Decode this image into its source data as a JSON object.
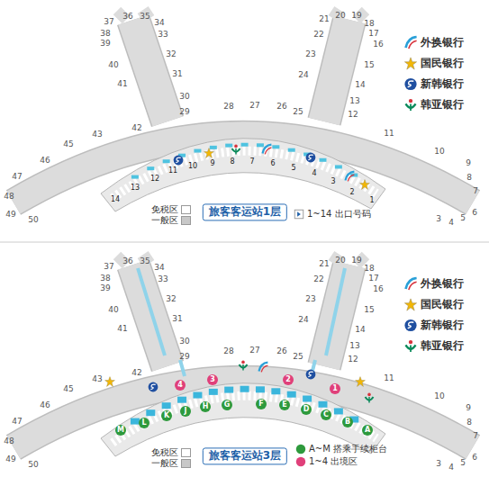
{
  "diagram": {
    "nodes": [
      {
        "text": [
          "旅客客运站1层"
        ]
      },
      {
        "text": [
          "A"
        ]
      },
      {
        "text": [
          "B"
        ]
      },
      {
        "text": [
          "C"
        ]
      },
      {
        "text": [
          "D"
        ]
      },
      {
        "text": [
          "E"
        ]
      },
      {
        "text": [
          "F"
        ]
      },
      {
        "text": [
          "G"
        ]
      },
      {
        "text": [
          "H"
        ]
      },
      {
        "text": [
          "J"
        ]
      },
      {
        "text": [
          "K"
        ]
      },
      {
        "text": [
          "L"
        ]
      },
      {
        "text": [
          "M"
        ]
      },
      {
        "text": [
          "1"
        ]
      },
      {
        "text": [
          "2"
        ]
      },
      {
        "text": [
          "3"
        ]
      },
      {
        "text": [
          "4"
        ]
      },
      {
        "text": [
          "旅客客运站3层"
        ]
      }
    ],
    "labels": [
      "37",
      "36",
      "35",
      "34",
      "38",
      "33",
      "39",
      "40",
      "32",
      "41",
      "31",
      "30",
      "29",
      "28",
      "27",
      "26",
      "25",
      "21",
      "20",
      "19",
      "22",
      "18",
      "23",
      "17",
      "16",
      "24",
      "15",
      "14",
      "13",
      "12",
      "11",
      "10",
      "9",
      "8",
      "7",
      "6",
      "5",
      "4",
      "3",
      "42",
      "43",
      "45",
      "46",
      "47",
      "48",
      "49",
      "50",
      "1",
      "2",
      "3",
      "4",
      "5",
      "6",
      "7",
      "8",
      "9",
      "10",
      "11",
      "12",
      "13",
      "14",
      "37",
      "36",
      "35",
      "34",
      "38",
      "33",
      "39",
      "40",
      "32",
      "41",
      "31",
      "30",
      "29",
      "28",
      "27",
      "26",
      "25",
      "21",
      "20",
      "19",
      "22",
      "18",
      "23",
      "17",
      "16",
      "24",
      "15",
      "14",
      "13",
      "12",
      "11",
      "10",
      "9",
      "8",
      "7",
      "6",
      "5",
      "4",
      "3",
      "42",
      "43",
      "45",
      "46",
      "47",
      "48",
      "49",
      "50"
    ],
    "legend": [
      {
        "text": "外换银行"
      },
      {
        "text": "国民银行"
      },
      {
        "text": "新韩银行"
      },
      {
        "text": "韩亚银行"
      },
      {
        "text": "免税区",
        "color": "#ffffff"
      },
      {
        "text": "一般区",
        "color": "#c8c8c8"
      },
      {
        "text": "1~14 出口号码"
      },
      {
        "text": "外换银行"
      },
      {
        "text": "国民银行"
      },
      {
        "text": "新韩银行"
      },
      {
        "text": "韩亚银行"
      },
      {
        "text": "免税区",
        "color": "#ffffff"
      },
      {
        "text": "一般区",
        "color": "#c8c8c8"
      },
      {
        "text": "A~M 搭乘手续柜台"
      },
      {
        "text": "1~4 出境区"
      }
    ]
  }
}
